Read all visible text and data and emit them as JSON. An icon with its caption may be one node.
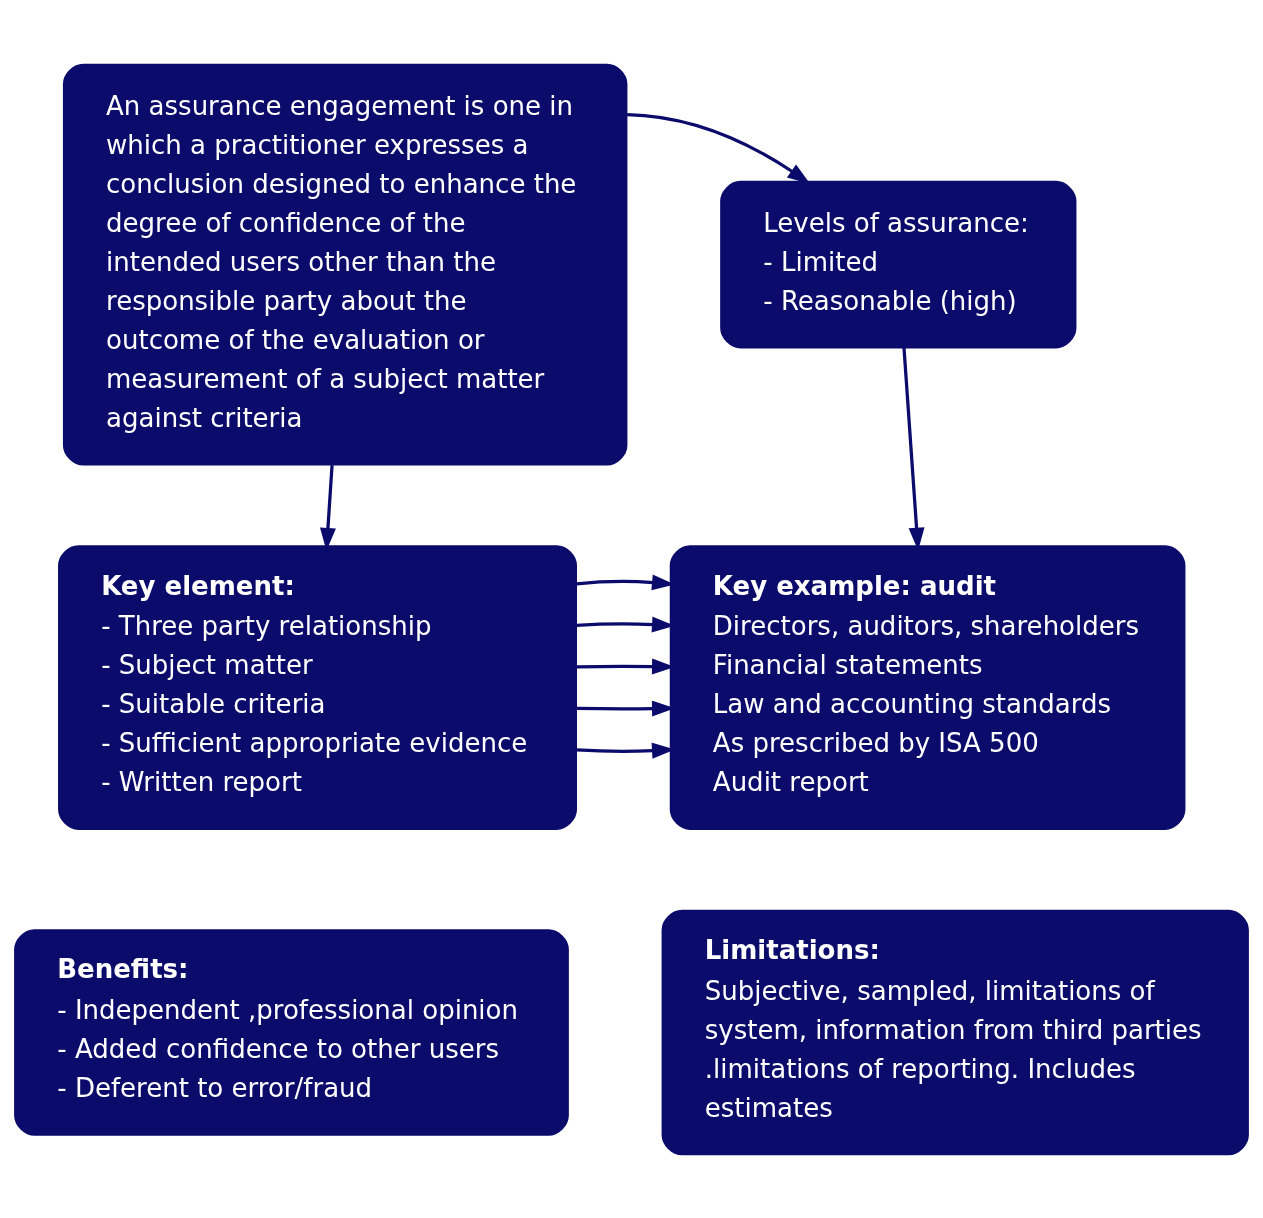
{
  "diagram": {
    "nodes": [
      {
        "text": [
          "An assurance engagement is one in which a practitioner expresses a conclusion designed to enhance the degree of confidence of the intended users other than the responsible party about the outcome of the evaluation or measurement of a subject matter against criteria"
        ]
      },
      {
        "text": [
          "Levels of assurance:",
          "- Limited",
          "- Reasonable (high)"
        ]
      },
      {
        "text": [
          "Key element:",
          "- Three party relationship",
          "- Subject matter",
          "- Suitable criteria",
          "- Sufficient appropriate evidence",
          "- Written report"
        ]
      },
      {
        "text": [
          "Key example: audit",
          "Directors, auditors, shareholders",
          "Financial statements",
          "Law and accounting standards",
          "As prescribed by ISA 500",
          "Audit report"
        ]
      },
      {
        "text": [
          "Benefits:",
          "- Independent ,professional opinion",
          "- Added confidence to other users",
          "- Deferent to error/fraud"
        ]
      },
      {
        "text": [
          "Limitations:",
          "Subjective, sampled, limitations of system, information from third parties .limitations of reporting. Includes estimates"
        ]
      }
    ],
    "edges": [
      {
        "from": 0,
        "to": 1,
        "arrow": "to"
      },
      {
        "from": 0,
        "to": 2,
        "arrow": "to"
      },
      {
        "from": 1,
        "to": 3,
        "arrow": "to"
      },
      {
        "from": 2,
        "to": 3,
        "arrow": "to"
      },
      {
        "from": 2,
        "to": 3,
        "arrow": "to"
      },
      {
        "from": 2,
        "to": 3,
        "arrow": "to"
      },
      {
        "from": 2,
        "to": 3,
        "arrow": "to"
      },
      {
        "from": 2,
        "to": 3,
        "arrow": "to"
      }
    ]
  }
}
